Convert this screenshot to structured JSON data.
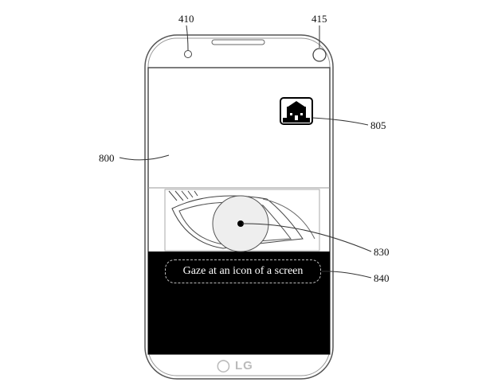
{
  "refs": {
    "front_sensor": "410",
    "front_camera": "415",
    "screen": "800",
    "home_icon": "805",
    "eye_image": "830",
    "prompt": "840"
  },
  "screen": {
    "prompt_text": "Gaze at an icon of a screen",
    "icon": "house-icon"
  },
  "device": {
    "brand": "LG"
  }
}
